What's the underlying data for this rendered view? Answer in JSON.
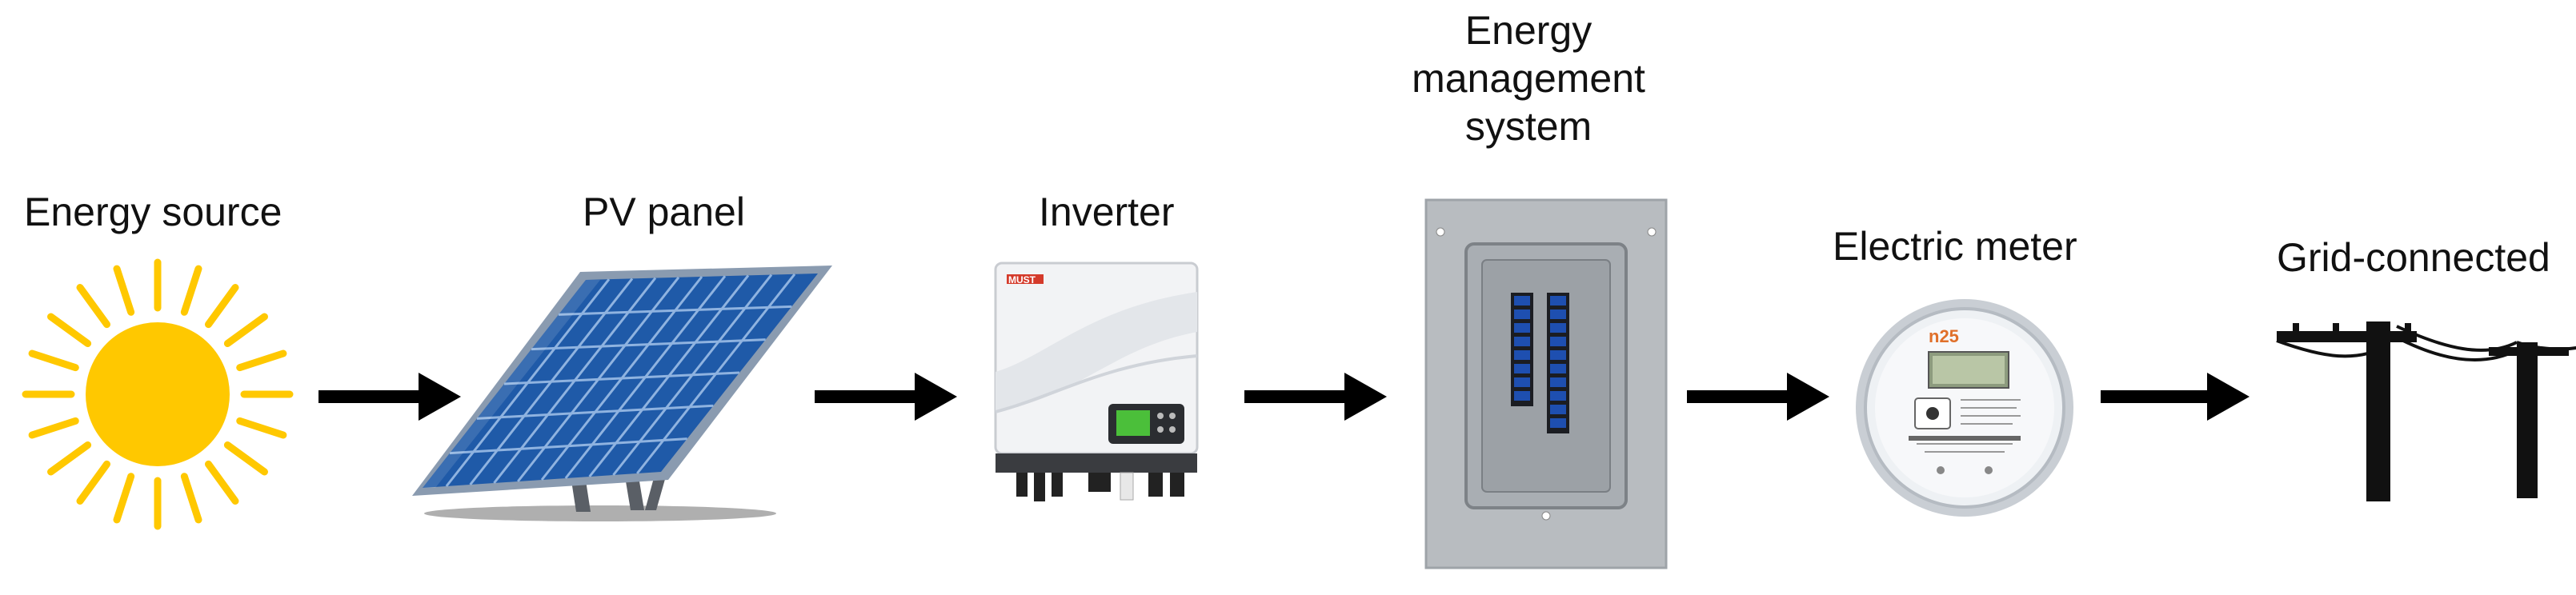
{
  "diagram": {
    "stages": [
      {
        "id": "energy-source",
        "label": "Energy source"
      },
      {
        "id": "pv-panel",
        "label": "PV panel"
      },
      {
        "id": "inverter",
        "label": "Inverter",
        "brand": "MUST"
      },
      {
        "id": "energy-management-system",
        "label": "Energy management system"
      },
      {
        "id": "electric-meter",
        "label": "Electric meter",
        "brand": "n25"
      },
      {
        "id": "grid-connected",
        "label": "Grid-connected"
      }
    ],
    "arrows": 5,
    "colors": {
      "sun": "#ffc800",
      "arrow": "#000000",
      "panel": "#1f5aa8",
      "panel_frame": "#8a9bb0",
      "cabinet": "#b8bcc0",
      "breaker": "#1e4fb0",
      "pole": "#111111"
    }
  }
}
